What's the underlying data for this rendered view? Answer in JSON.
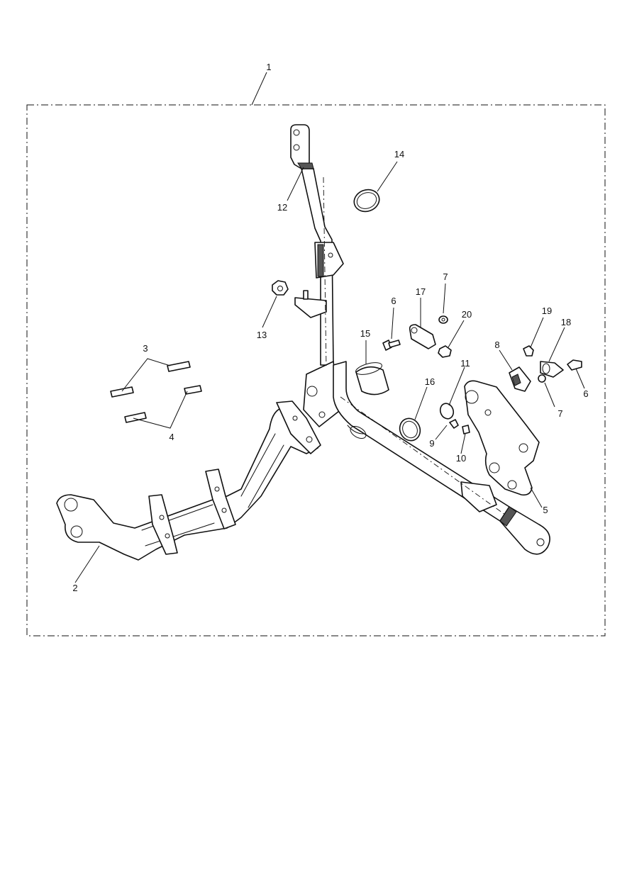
{
  "labels": {
    "l1": "1",
    "l2": "2",
    "l3": "3",
    "l4": "4",
    "l5": "5",
    "l6a": "6",
    "l6b": "6",
    "l7a": "7",
    "l7b": "7",
    "l8": "8",
    "l9": "9",
    "l10": "10",
    "l11": "11",
    "l12": "12",
    "l13": "13",
    "l14": "14",
    "l15": "15",
    "l16": "16",
    "l17": "17",
    "l18": "18",
    "l19": "19",
    "l20": "20"
  }
}
